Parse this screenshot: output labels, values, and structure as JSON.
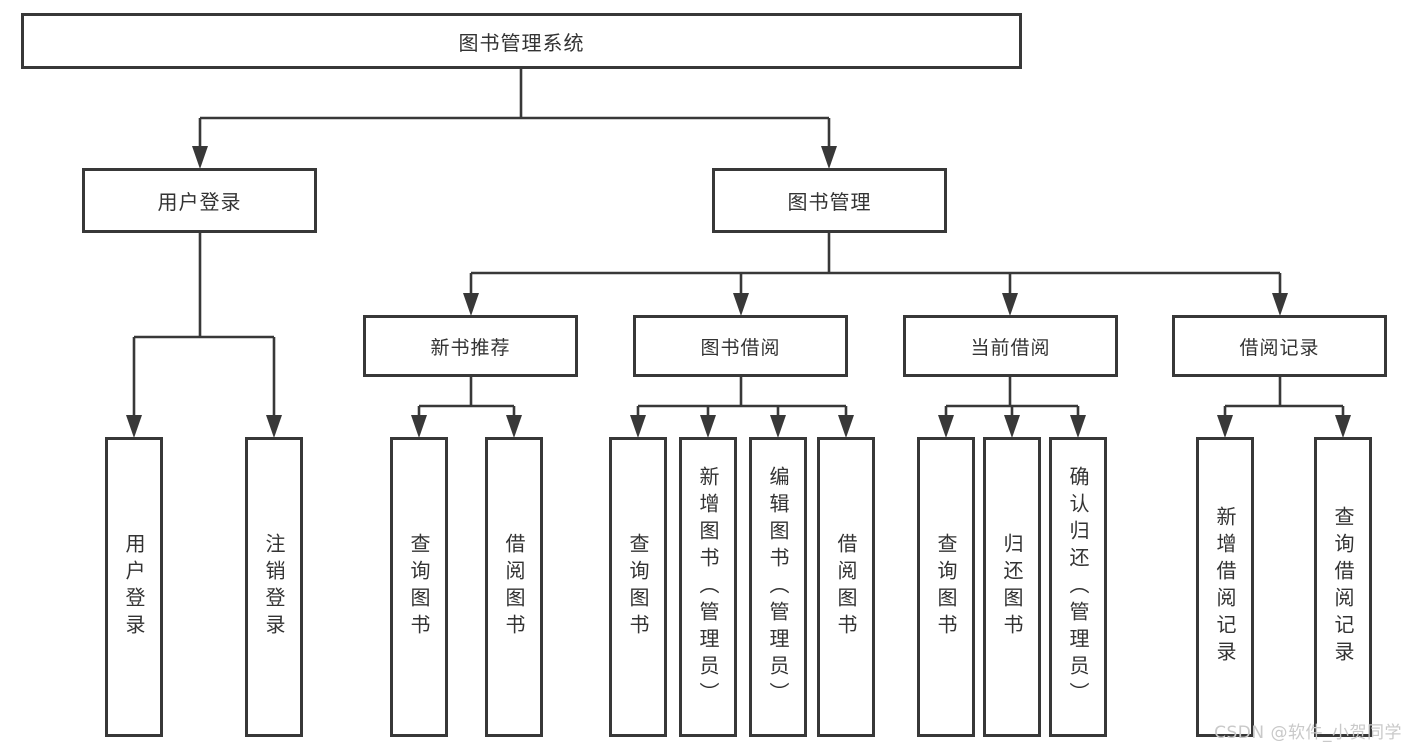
{
  "diagram_type": "hierarchy-tree",
  "tree": {
    "root": {
      "label": "图书管理系统",
      "children": [
        {
          "label": "用户登录",
          "children": [
            {
              "label": "用户登录"
            },
            {
              "label": "注销登录"
            }
          ]
        },
        {
          "label": "图书管理",
          "children": [
            {
              "label": "新书推荐",
              "children": [
                {
                  "label": "查询图书"
                },
                {
                  "label": "借阅图书"
                }
              ]
            },
            {
              "label": "图书借阅",
              "children": [
                {
                  "label": "查询图书"
                },
                {
                  "label": "新增图书（管理员）"
                },
                {
                  "label": "编辑图书（管理员）"
                },
                {
                  "label": "借阅图书"
                }
              ]
            },
            {
              "label": "当前借阅",
              "children": [
                {
                  "label": "查询图书"
                },
                {
                  "label": "归还图书"
                },
                {
                  "label": "确认归还（管理员）"
                }
              ]
            },
            {
              "label": "借阅记录",
              "children": [
                {
                  "label": "新增借阅记录"
                },
                {
                  "label": "查询借阅记录"
                }
              ]
            }
          ]
        }
      ]
    }
  },
  "watermark": {
    "text": "CSDN @软件_小贺同学"
  },
  "colors": {
    "line": "#383838",
    "box_border": "#383838",
    "text": "#333333",
    "watermark": "#c9c9c9",
    "background": "#ffffff"
  }
}
